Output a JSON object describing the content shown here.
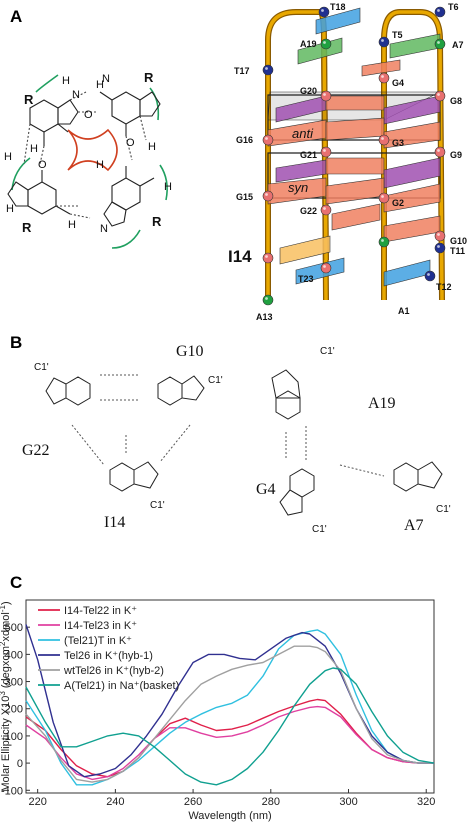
{
  "panels": {
    "a": "A",
    "b": "B",
    "c": "C"
  },
  "quartet_labels": {
    "r": "R",
    "h": "H",
    "n": "N",
    "o": "O"
  },
  "topology": {
    "bases": {
      "t18": "T18",
      "t6": "T6",
      "a19": "A19",
      "t5": "T5",
      "a7": "A7",
      "t17": "T17",
      "g4": "G4",
      "g20": "G20",
      "g8": "G8",
      "g16": "G16",
      "g3": "G3",
      "g21": "G21",
      "g9": "G9",
      "g15": "G15",
      "g2": "G2",
      "g22": "G22",
      "g10": "G10",
      "i14": "I14",
      "t11": "T11",
      "t23": "T23",
      "t12": "T12",
      "a13": "A13",
      "a1": "A1"
    },
    "anti": "anti",
    "syn": "syn",
    "colors": {
      "strand": "#e8a800",
      "guanine": "#f08060",
      "syn": "#a050b0",
      "adenine": "#60b860",
      "thymine": "#40a0e0",
      "inosine": "#f8c060"
    }
  },
  "triad_labels": {
    "g10": "G10",
    "g22": "G22",
    "i14": "I14",
    "a19": "A19",
    "g4": "G4",
    "a7": "A7",
    "c1p": "C1'"
  },
  "chart_data": {
    "type": "line",
    "xlabel": "Wavelength (nm)",
    "ylabel": "Molar Ellipticity X10³ (degxcm²xdmol⁻¹)",
    "ylabel_parts": {
      "a": "Molar Ellipticity X10",
      "b": "3",
      "c": " (degxcm",
      "d": "2",
      "e": "xdmol",
      "f": "-1",
      "g": ")"
    },
    "xlim": [
      217,
      322
    ],
    "ylim": [
      -110,
      600
    ],
    "x_ticks": [
      220,
      240,
      260,
      280,
      300,
      320
    ],
    "y_ticks": [
      -100,
      0,
      100,
      200,
      300,
      400,
      500
    ],
    "legend_position": "top-left",
    "series": [
      {
        "name": "I14-Tel22 in K⁺",
        "color": "#e0204a",
        "x": [
          217,
          222,
          226,
          230,
          234,
          238,
          242,
          246,
          250,
          254,
          258,
          262,
          266,
          270,
          274,
          278,
          282,
          286,
          290,
          292,
          294,
          298,
          302,
          306,
          310,
          314,
          318,
          322
        ],
        "y": [
          170,
          120,
          50,
          -10,
          -40,
          -50,
          -30,
          20,
          90,
          145,
          165,
          140,
          120,
          125,
          140,
          165,
          190,
          210,
          228,
          234,
          230,
          180,
          110,
          50,
          20,
          5,
          0,
          0
        ]
      },
      {
        "name": "I14-Tel23 in K⁺",
        "color": "#e040a0",
        "x": [
          217,
          222,
          226,
          230,
          234,
          238,
          242,
          246,
          250,
          254,
          258,
          262,
          266,
          270,
          274,
          278,
          282,
          286,
          290,
          292,
          294,
          298,
          302,
          306,
          310,
          314,
          318,
          322
        ],
        "y": [
          140,
          90,
          20,
          -40,
          -60,
          -50,
          -20,
          30,
          90,
          130,
          130,
          110,
          95,
          100,
          115,
          140,
          170,
          190,
          205,
          208,
          205,
          170,
          105,
          50,
          20,
          5,
          0,
          0
        ]
      },
      {
        "name": "(Tel21)T in K⁺",
        "color": "#30c0e0",
        "x": [
          217,
          222,
          226,
          230,
          234,
          238,
          242,
          246,
          250,
          254,
          258,
          262,
          266,
          270,
          274,
          278,
          282,
          286,
          290,
          292,
          294,
          298,
          302,
          306,
          310,
          314,
          318,
          322
        ],
        "y": [
          230,
          120,
          0,
          -80,
          -80,
          -60,
          -30,
          10,
          60,
          110,
          150,
          180,
          205,
          220,
          250,
          320,
          420,
          470,
          485,
          490,
          475,
          400,
          250,
          120,
          40,
          10,
          0,
          0
        ]
      },
      {
        "name": "Tel26 in K⁺(hyb-1)",
        "color": "#303090",
        "x": [
          217,
          220,
          224,
          228,
          232,
          236,
          240,
          244,
          248,
          252,
          256,
          260,
          264,
          268,
          272,
          276,
          280,
          284,
          288,
          290,
          294,
          298,
          302,
          306,
          310,
          314,
          318,
          322
        ],
        "y": [
          510,
          380,
          150,
          -10,
          -50,
          -40,
          -20,
          30,
          100,
          180,
          280,
          370,
          400,
          400,
          385,
          380,
          420,
          460,
          480,
          475,
          430,
          330,
          200,
          100,
          40,
          10,
          0,
          0
        ]
      },
      {
        "name": "wtTel26 in K⁺(hyb-2)",
        "color": "#a0a0a0",
        "x": [
          217,
          222,
          226,
          230,
          234,
          238,
          242,
          246,
          250,
          254,
          258,
          262,
          266,
          270,
          274,
          278,
          282,
          286,
          290,
          292,
          294,
          298,
          302,
          306,
          310,
          314,
          318,
          322
        ],
        "y": [
          180,
          100,
          10,
          -60,
          -70,
          -60,
          -30,
          20,
          90,
          160,
          230,
          290,
          320,
          345,
          360,
          370,
          400,
          430,
          430,
          425,
          410,
          340,
          200,
          90,
          30,
          10,
          0,
          0
        ]
      },
      {
        "name": "A(Tel21) in Na⁺(basket)",
        "color": "#10a090",
        "x": [
          217,
          222,
          226,
          230,
          234,
          238,
          242,
          246,
          250,
          254,
          258,
          262,
          266,
          270,
          274,
          278,
          282,
          286,
          290,
          294,
          296,
          298,
          302,
          306,
          310,
          314,
          318,
          322
        ],
        "y": [
          280,
          150,
          60,
          60,
          80,
          100,
          110,
          100,
          60,
          10,
          -40,
          -70,
          -80,
          -60,
          -20,
          40,
          120,
          210,
          290,
          340,
          350,
          345,
          290,
          190,
          100,
          40,
          10,
          0
        ]
      }
    ]
  }
}
